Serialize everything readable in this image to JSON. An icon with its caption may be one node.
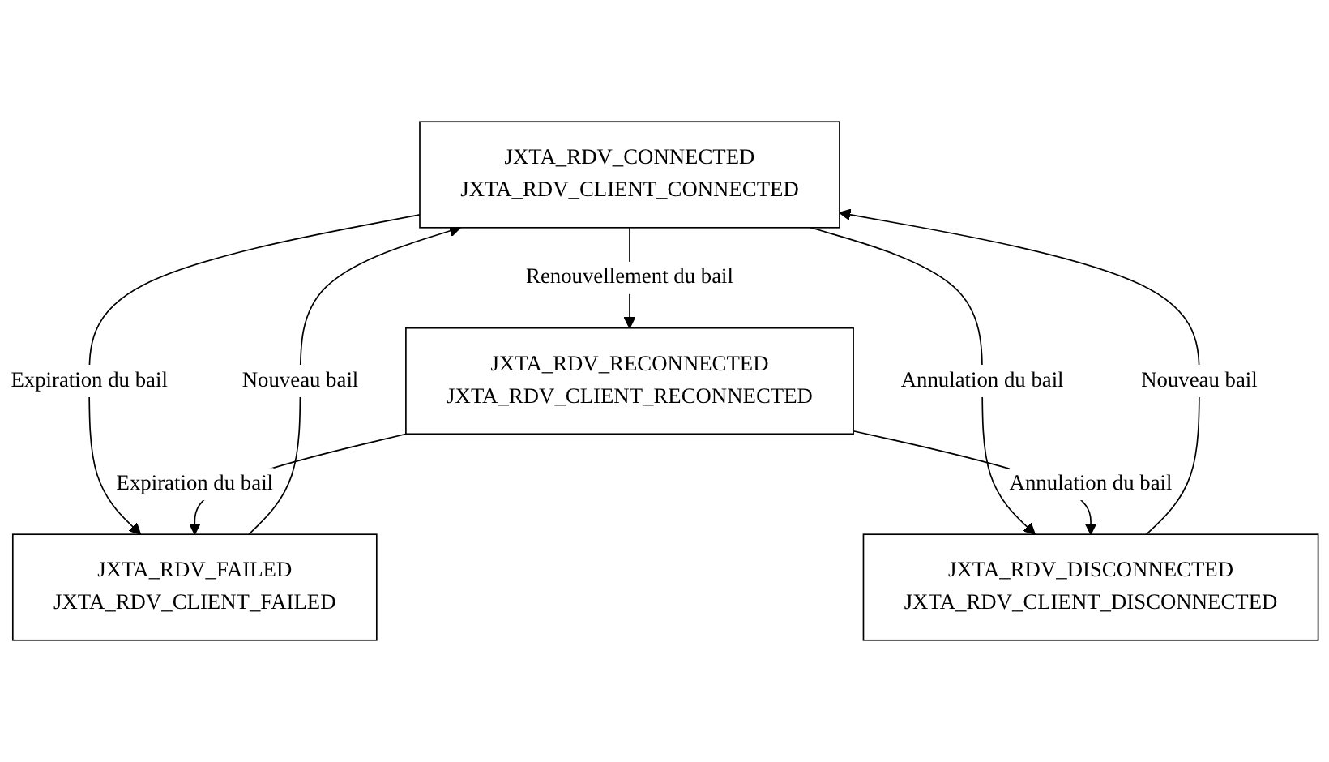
{
  "diagram": {
    "nodes": [
      {
        "text": [
          "JXTA_RDV_CONNECTED",
          "JXTA_RDV_CLIENT_CONNECTED"
        ]
      },
      {
        "text": [
          "JXTA_RDV_FAILED",
          "JXTA_RDV_CLIENT_FAILED"
        ]
      },
      {
        "text": [
          "JXTA_RDV_DISCONNECTED",
          "JXTA_RDV_CLIENT_DISCONNECTED"
        ]
      },
      {
        "text": [
          "JXTA_RDV_RECONNECTED",
          "JXTA_RDV_CLIENT_RECONNECTED"
        ]
      }
    ],
    "edges": [
      {
        "from": 0,
        "to": 1,
        "arrow": "to",
        "label": "Expiration du bail"
      },
      {
        "from": 0,
        "to": 2,
        "arrow": "to",
        "label": "Annulation du bail"
      },
      {
        "from": 0,
        "to": 3,
        "arrow": "to",
        "label": "Renouvellement du bail"
      },
      {
        "from": 1,
        "to": 0,
        "arrow": "to",
        "label": "Nouveau bail"
      },
      {
        "from": 2,
        "to": 0,
        "arrow": "to",
        "label": "Nouveau bail"
      },
      {
        "from": 3,
        "to": 1,
        "arrow": "to",
        "label": "Expiration du bail"
      },
      {
        "from": 3,
        "to": 2,
        "arrow": "to",
        "label": "Annulation du bail"
      }
    ]
  }
}
